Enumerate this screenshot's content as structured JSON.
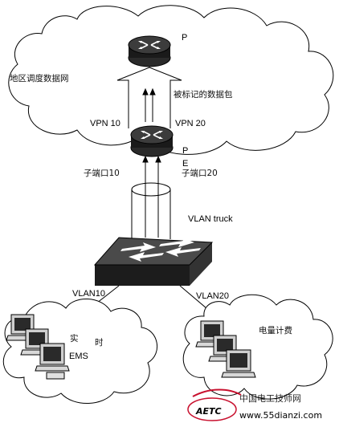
{
  "network": {
    "region_label": "地区调度数据网",
    "p_router_label": "P",
    "marked_packets_label": "被标记的数据包",
    "vpn10_label": "VPN 10",
    "vpn20_label": "VPN 20",
    "pe_router_label_p": "P",
    "pe_router_label_e": "E",
    "subport10_label": "子端口10",
    "subport20_label": "子端口20",
    "vlan_trunk_label": "VLAN truck",
    "vlan10_label": "VLAN10",
    "vlan20_label": "VLAN20",
    "left_cloud_label_1": "实",
    "left_cloud_label_2": "时",
    "left_cloud_label_3": "EMS",
    "right_cloud_label": "电量计费"
  },
  "watermark": {
    "site_name": "中国电工技师网",
    "logo_text": "AETC",
    "url": "www.55dianzi.com"
  },
  "colors": {
    "router_body": "#1a1a1a",
    "switch_body": "#222222",
    "watermark_red": "#c8102e",
    "line": "#000000"
  }
}
